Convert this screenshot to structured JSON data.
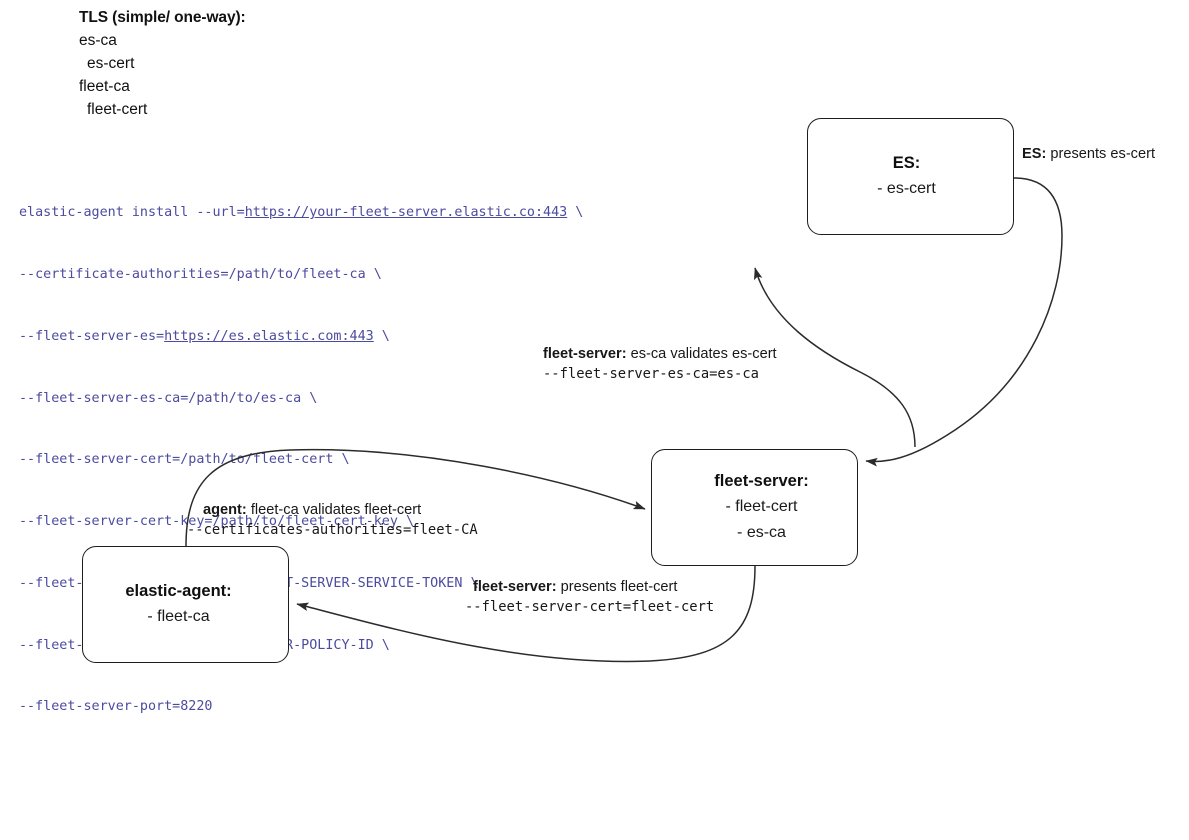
{
  "legend": {
    "title": "TLS (simple/ one-way):",
    "items": [
      {
        "text": "es-ca",
        "indent": 1
      },
      {
        "text": "es-cert",
        "indent": 2
      },
      {
        "text": "fleet-ca",
        "indent": 1
      },
      {
        "text": "fleet-cert",
        "indent": 2
      }
    ]
  },
  "command": {
    "color": "#4b4ba0",
    "lines": [
      {
        "pre": "elastic-agent install --url=",
        "link": "https://your-fleet-server.elastic.co:443",
        "post": " \\"
      },
      {
        "pre": "--certificate-authorities=/path/to/fleet-ca \\",
        "link": "",
        "post": ""
      },
      {
        "pre": "--fleet-server-es=",
        "link": "https://es.elastic.com:443",
        "post": " \\"
      },
      {
        "pre": "--fleet-server-es-ca=/path/to/es-ca \\",
        "link": "",
        "post": ""
      },
      {
        "pre": "--fleet-server-cert=/path/to/fleet-cert \\",
        "link": "",
        "post": ""
      },
      {
        "pre": "--fleet-server-cert-key=/path/to/fleet-cert-key \\",
        "link": "",
        "post": ""
      },
      {
        "pre": "--fleet-server-service-token=FLEET-SERVER-SERVICE-TOKEN \\",
        "link": "",
        "post": ""
      },
      {
        "pre": "--fleet-server-policy=FLEET-SERVER-POLICY-ID \\",
        "link": "",
        "post": ""
      },
      {
        "pre": "--fleet-server-port=8220",
        "link": "",
        "post": ""
      }
    ]
  },
  "nodes": {
    "es": {
      "title": "ES:",
      "lines": [
        "- es-cert"
      ]
    },
    "fleet_server": {
      "title": "fleet-server:",
      "lines": [
        "- fleet-cert",
        "- es-ca"
      ]
    },
    "elastic_agent": {
      "title": "elastic-agent:",
      "lines": [
        "- fleet-ca"
      ]
    }
  },
  "edge_labels": {
    "es_presents": {
      "bold": "ES:",
      "prose": " presents es-cert",
      "code": ""
    },
    "fleet_validates": {
      "bold": "fleet-server:",
      "prose": " es-ca validates es-cert",
      "code": "--fleet-server-es-ca=es-ca"
    },
    "agent_validates": {
      "bold": "agent:",
      "prose": " fleet-ca validates fleet-cert",
      "code": "--certificates-authorities=fleet-CA"
    },
    "fleet_presents": {
      "bold": "fleet-server:",
      "prose": " presents fleet-cert",
      "code": "--fleet-server-cert=fleet-cert"
    }
  },
  "colors": {
    "stroke": "#1d1d1d",
    "edge": "#2b2b2b",
    "command_text": "#4b4ba0",
    "text": "#1a1a1a",
    "background": "#ffffff"
  }
}
